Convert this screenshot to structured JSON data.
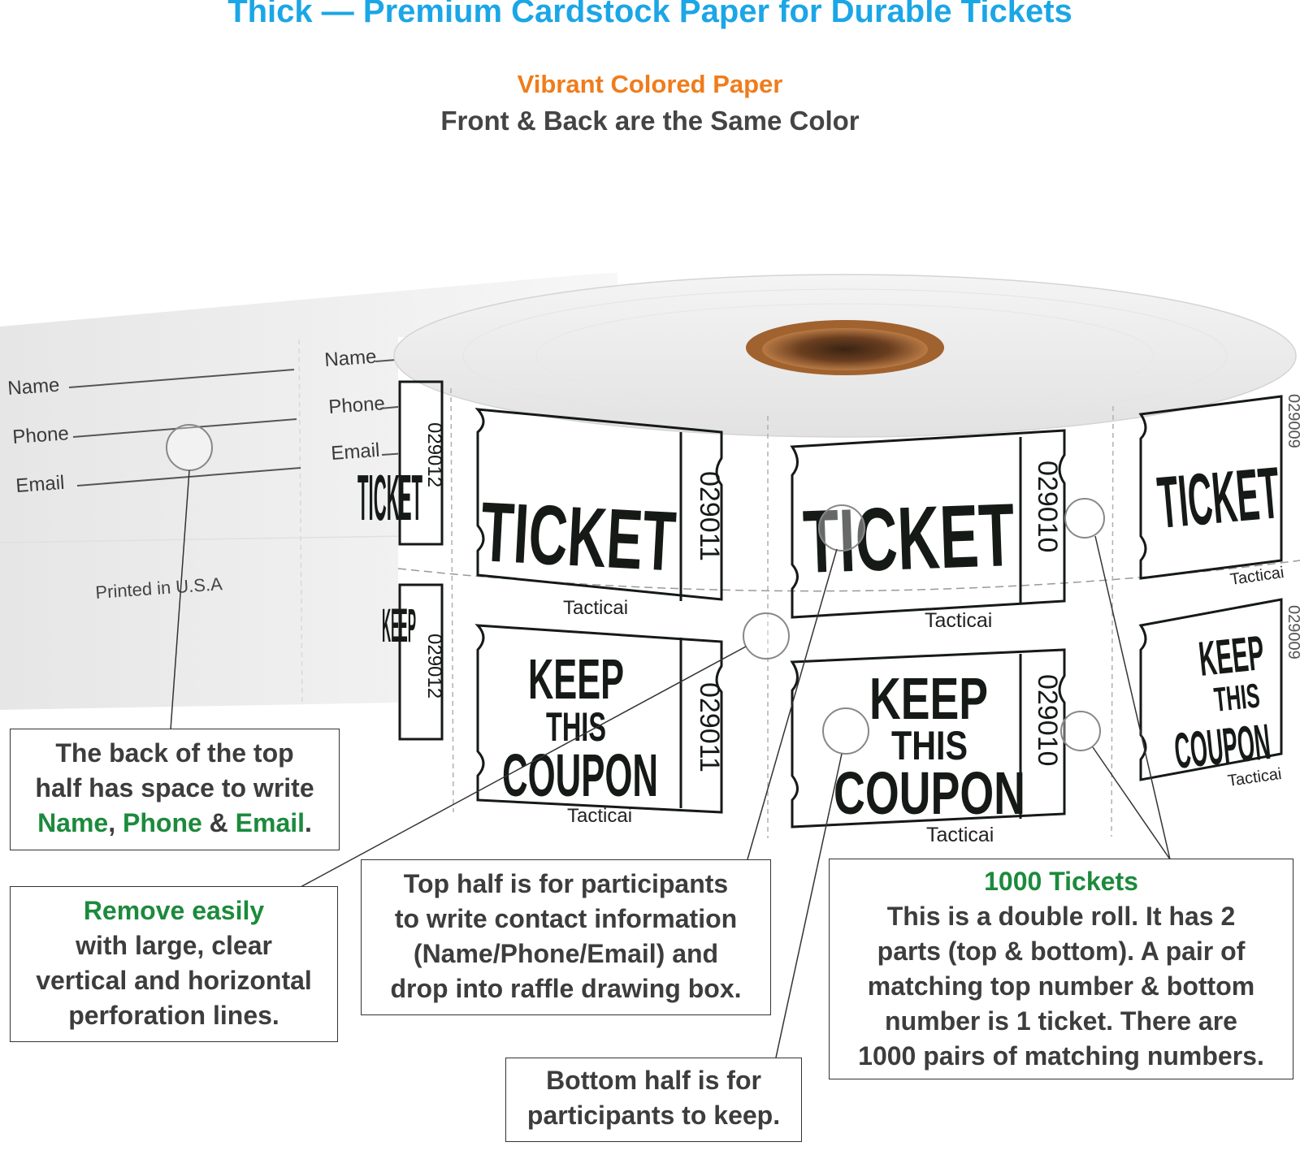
{
  "header": {
    "title": "Thick — Premium Cardstock Paper for Durable Tickets",
    "subtitle_1": "Vibrant Colored Paper",
    "subtitle_2": "Front & Back are the Same Color"
  },
  "strip": {
    "name_label": "Name",
    "phone_label": "Phone",
    "email_label": "Email",
    "printed_note": "Printed in U.S.A"
  },
  "tickets": {
    "top_word": "TICKET",
    "bottom_word_1": "KEEP",
    "bottom_word_2": "THIS",
    "bottom_word_3": "COUPON",
    "brand": "Tacticai",
    "number_left": "029012",
    "number_center": "029011",
    "number_right": "029010",
    "number_far_right": "029009"
  },
  "callouts": {
    "back": {
      "line1": "The back of the top",
      "line2": "half has space to write",
      "name": "Name",
      "comma": ", ",
      "phone": "Phone",
      "amp": " & ",
      "email": "Email",
      "period": "."
    },
    "remove": {
      "heading": "Remove easily",
      "line1": "with large, clear",
      "line2": "vertical and horizontal",
      "line3": "perforation lines."
    },
    "top_half": {
      "line1": "Top half is for participants",
      "line2": "to write contact information",
      "line3": "(Name/Phone/Email) and",
      "line4": "drop into raffle drawing box."
    },
    "bottom_half": {
      "line1": "Bottom half is for",
      "line2": "participants to keep."
    },
    "count": {
      "heading": "1000 Tickets",
      "line1": "This is a double roll. It has 2",
      "line2": "parts (top & bottom). A pair of",
      "line3": "matching top number & bottom",
      "line4": "number is 1 ticket. There are",
      "line5": "1000 pairs of matching numbers."
    }
  },
  "colors": {
    "title": "#1ba6e6",
    "subtitle_accent": "#f07c1b",
    "highlight_green": "#1c8a3c",
    "text_dark": "#3d3d3d",
    "ticket_ink": "#151a17",
    "core_brown": "#a0622e"
  }
}
